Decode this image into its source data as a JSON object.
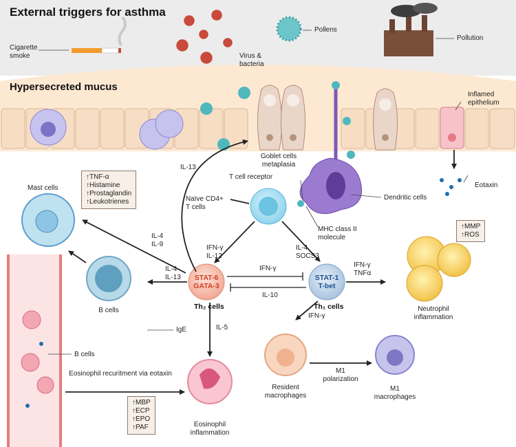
{
  "sections": {
    "triggers_title": "External triggers for asthma",
    "mucus_title": "Hypersecreted mucus"
  },
  "triggers": {
    "cigarette": "Cigarette smoke",
    "virus": "Virus & bacteria",
    "pollens": "Pollens",
    "pollution": "Pollution"
  },
  "epithelium": {
    "goblet": "Goblet cells metaplasia",
    "inflamed": "Inflamed epithelium",
    "eotaxin": "Eotaxin"
  },
  "cells": {
    "mast": "Mast cells",
    "naive": "Naïve CD4+ T cells",
    "tcr": "T cell receptor",
    "dendritic": "Dendritic cells",
    "mhc": "MHC class II molecule",
    "b_cells": "B cells",
    "b_cells_vessel": "B cells",
    "ige": "IgE",
    "th2_core": "STAT-6 GATA-3",
    "th2": "Th₂ cells",
    "th1_core": "STAT-1 T-bet",
    "th1": "Th₁ cells",
    "neutrophil": "Neutrophil inflammation",
    "resident": "Resident macrophages",
    "m1_macro": "M1 macrophages",
    "eosinophil": "Eosinophil inflammation"
  },
  "labels": {
    "il13": "IL-13",
    "il4_il9": "IL-4 IL-9",
    "ifn_il12": "IFN-γ IL-12",
    "il4_socs3": "IL-4 SOCS3",
    "il4_il13": "IL-4 IL-13",
    "ifn_center": "IFN-γ",
    "il10": "IL-10",
    "ifn_tnf": "IFN-γ TNFα",
    "ifn_mac": "IFN-γ",
    "il5": "IL-5",
    "m1_pol": "M1 polarization",
    "eos_recruit": "Eosinophil recuritment via eotaxin"
  },
  "boxes": {
    "mast_mediators": [
      "↑TNF-α",
      "↑Histamine",
      "↑Prostaglandin",
      "↑Leukotrienes"
    ],
    "neutro_mediators": [
      "↑MMP",
      "↑ROS"
    ],
    "eos_mediators": [
      "↑MBP",
      "↑ECP",
      "↑EPO",
      "↑PAF"
    ]
  },
  "colors": {
    "sky": "#ececec",
    "tissue": "#fbe3c9",
    "th2": "#f8c9b9",
    "th1": "#c5d8ea",
    "arrow": "#222222"
  }
}
